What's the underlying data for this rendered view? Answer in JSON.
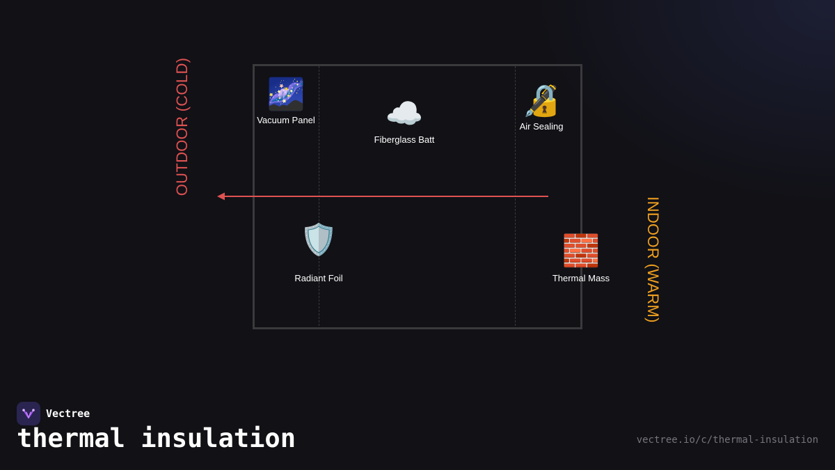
{
  "diagram": {
    "outdoor_label": "OUTDOOR (COLD)",
    "indoor_label": "INDOOR (WARM)",
    "colors": {
      "outdoor": "#e05252",
      "indoor": "#f0a020",
      "arrow": "#e05252",
      "border": "#3a3a3d"
    },
    "nodes": [
      {
        "id": "vacuum-panel",
        "label": "Vacuum Panel",
        "icon": "🌌",
        "icon_name": "milky-way-icon"
      },
      {
        "id": "fiberglass-batt",
        "label": "Fiberglass Batt",
        "icon": "☁️",
        "icon_name": "cloud-icon"
      },
      {
        "id": "air-sealing",
        "label": "Air Sealing",
        "icon": "🔏",
        "icon_name": "lock-with-pen-icon"
      },
      {
        "id": "radiant-foil",
        "label": "Radiant Foil",
        "icon": "🛡️",
        "icon_name": "shield-icon"
      },
      {
        "id": "thermal-mass",
        "label": "Thermal Mass",
        "icon": "🧱",
        "icon_name": "brick-icon"
      }
    ]
  },
  "footer": {
    "brand": "Vectree",
    "title": "thermal insulation",
    "url": "vectree.io/c/thermal-insulation",
    "logo_icon": "vectree-logo-icon"
  }
}
